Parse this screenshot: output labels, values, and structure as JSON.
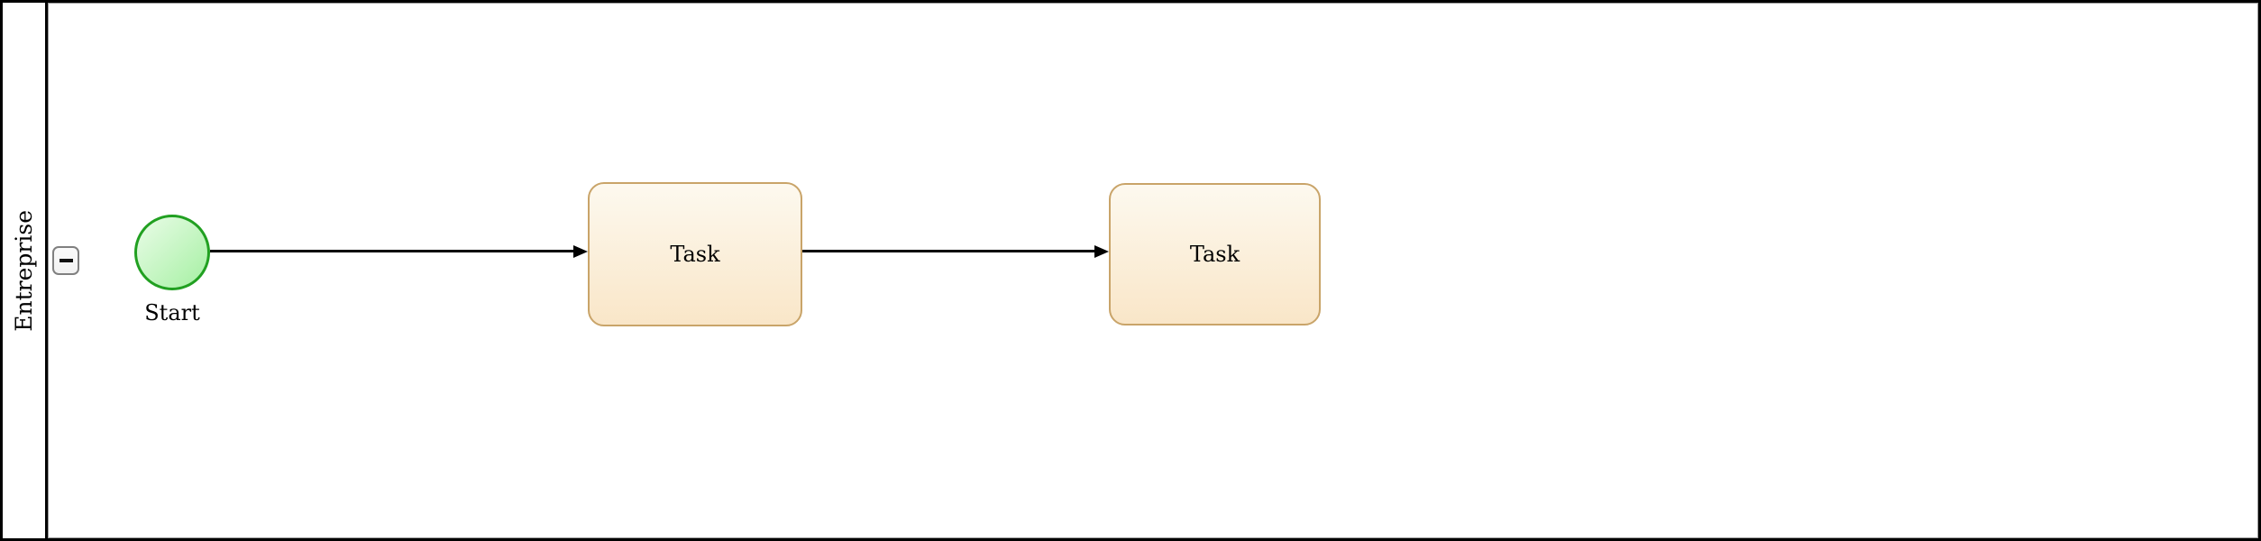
{
  "diagram": {
    "pool": {
      "label": "Entreprise"
    },
    "collapse_button": {
      "icon": "minus-icon",
      "glyph": "−"
    },
    "start_event": {
      "label": "Start"
    },
    "tasks": [
      {
        "label": "Task"
      },
      {
        "label": "Task"
      }
    ],
    "connectors": [
      {
        "from": "start-event",
        "to": "task-1"
      },
      {
        "from": "task-1",
        "to": "task-2"
      }
    ],
    "colors": {
      "pool_border": "#000000",
      "lane_border": "#999999",
      "task_border": "#C9A469",
      "task_fill_top": "#FDF9EF",
      "task_fill_bottom": "#F9E6C8",
      "event_border": "#21A021",
      "event_fill_top": "#EAFCE8",
      "event_fill_bottom": "#A5F0A2",
      "connector": "#000000",
      "collapse_border": "#808080",
      "collapse_fill": "#F2F2F2"
    }
  }
}
